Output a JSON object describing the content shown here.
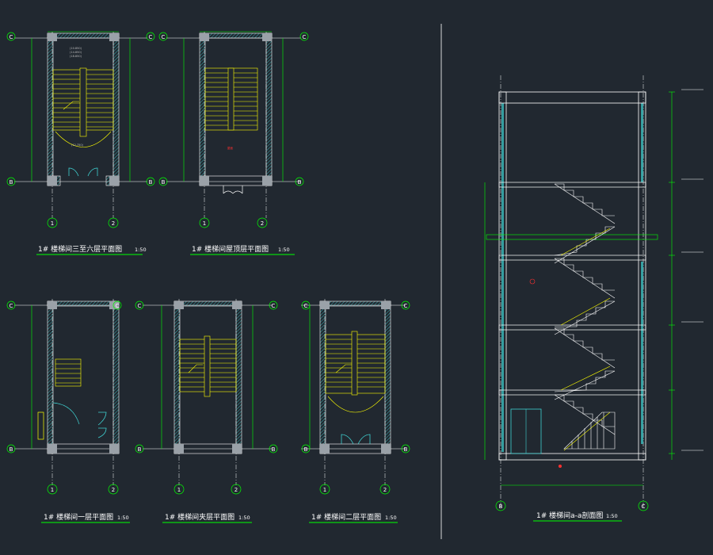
{
  "drawings": [
    {
      "title": "1# 楼梯间三至六层平面图",
      "scale": "1:50",
      "grid_top": "C",
      "grid_bottom": "B",
      "axis_left": "1",
      "axis_right": "2"
    },
    {
      "title": "1# 楼梯间屋顶层平面图",
      "scale": "1:50",
      "grid_top": "C",
      "grid_bottom": "B",
      "axis_left": "1",
      "axis_right": "2"
    },
    {
      "title": "1# 楼梯间一层平面图",
      "scale": "1:50",
      "grid_top": "C",
      "grid_bottom": "B",
      "axis_left": "1",
      "axis_right": "2"
    },
    {
      "title": "1# 楼梯间夹层平面图",
      "scale": "1:50",
      "grid_top": "C",
      "grid_bottom": "B",
      "axis_left": "1",
      "axis_right": "2"
    },
    {
      "title": "1# 楼梯间二层平面图",
      "scale": "1:50",
      "grid_top": "C",
      "grid_bottom": "B",
      "axis_left": "1",
      "axis_right": "2"
    },
    {
      "title": "1# 楼梯间a-a剖面图",
      "scale": "1:50",
      "grid_left": "B",
      "grid_right": "C"
    }
  ],
  "colors": {
    "background": "#212830",
    "wall": "#ffffff",
    "stair": "#ffff00",
    "dimension": "#00ff00",
    "hatch": "#3fd0d0",
    "grid_line": "#ffffff",
    "marker": "#ff3030"
  }
}
